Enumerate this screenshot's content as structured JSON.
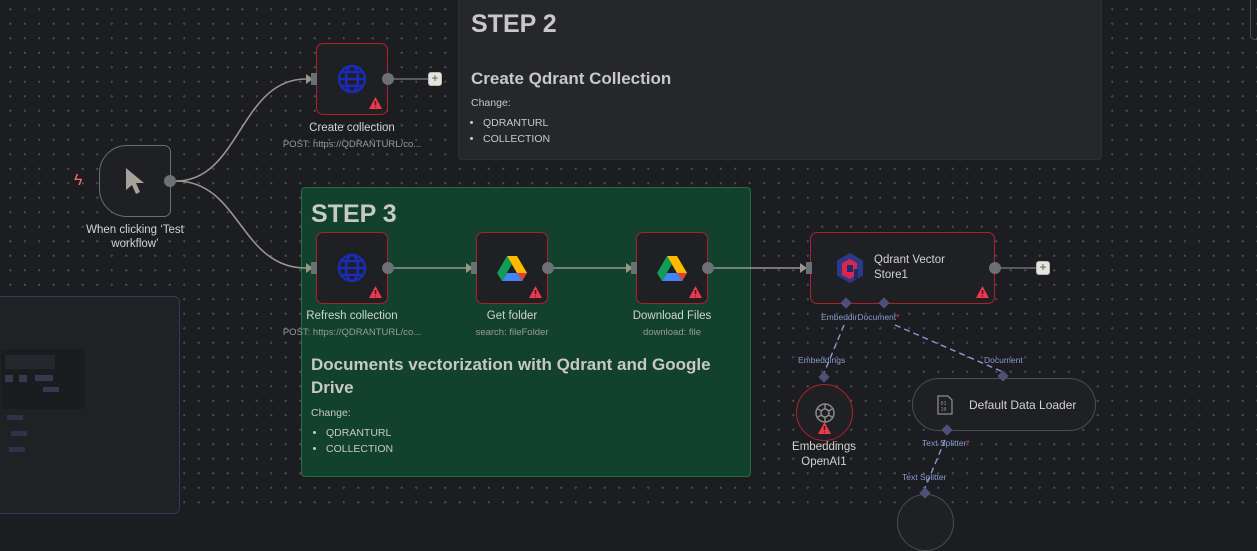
{
  "sticky_notes": [
    {
      "title": "STEP 2",
      "heading": "Create Qdrant Collection",
      "change_label": "Change:",
      "items": [
        "QDRANTURL",
        "COLLECTION"
      ]
    },
    {
      "title": "STEP 3",
      "heading": "Documents vectorization with Qdrant and Google Drive",
      "change_label": "Change:",
      "items": [
        "QDRANTURL",
        "COLLECTION"
      ]
    }
  ],
  "nodes": {
    "trigger": {
      "label": "When clicking ‘Test workflow’",
      "icon": "cursor-icon"
    },
    "create_collection": {
      "label": "Create collection",
      "subtitle": "POST: https://QDRANTURL/co...",
      "icon": "globe-icon",
      "warning": true
    },
    "refresh_collection": {
      "label": "Refresh collection",
      "subtitle": "POST: https://QDRANTURL/co...",
      "icon": "globe-icon",
      "warning": true
    },
    "get_folder": {
      "label": "Get folder",
      "subtitle": "search: fileFolder",
      "icon": "google-drive-icon",
      "warning": true
    },
    "download_files": {
      "label": "Download Files",
      "subtitle": "download: file",
      "icon": "google-drive-icon",
      "warning": true
    },
    "qdrant": {
      "label": "Qdrant Vector Store1",
      "icon": "qdrant-icon",
      "warning": true,
      "connectors": [
        "Embeddir",
        "Document"
      ]
    },
    "embeddings": {
      "label": "Embeddings OpenAI1",
      "connector": "Embeddings",
      "icon": "openai-icon",
      "warning": true
    },
    "loader": {
      "label": "Default Data Loader",
      "connector": "Document",
      "out_connector": "Text Splitter",
      "icon": "binary-file-icon"
    },
    "splitter": {
      "connector": "Text Splitter"
    }
  },
  "colors": {
    "canvas": "#1b1d20",
    "error": "#b1202f",
    "sticky_green": "#12412e",
    "sticky_gray": "#25272a",
    "connector": "#8a9ad0"
  }
}
